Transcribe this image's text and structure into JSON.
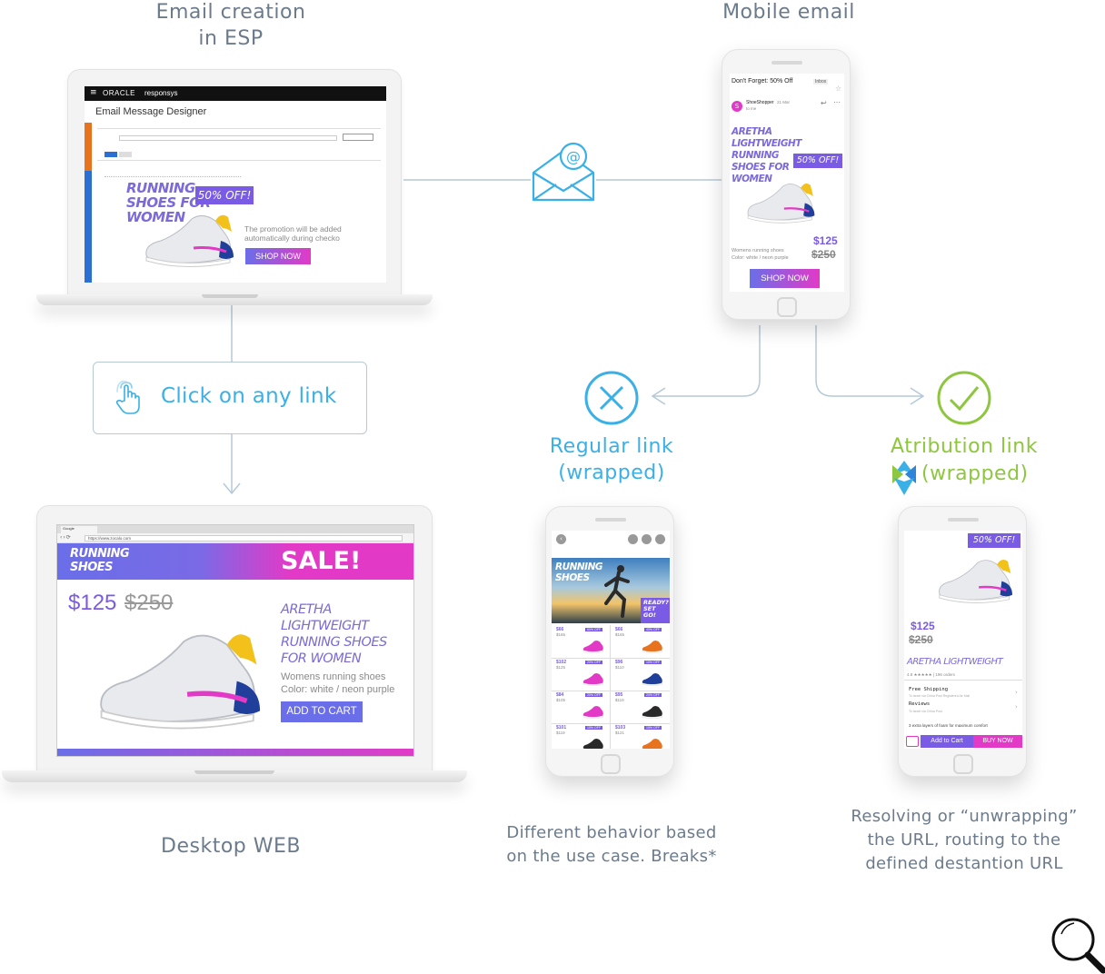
{
  "colors": {
    "accent_blue": "#3ab0e6",
    "accent_green": "#8ec63f",
    "caption_grey": "#6b7b8c",
    "connector": "#b5c9d8",
    "promo_purple": "#7a5be6",
    "promo_pink": "#e23ac7"
  },
  "captions": {
    "email_creation_line1": "Email creation",
    "email_creation_line2": "in ESP",
    "mobile_email": "Mobile email",
    "click_any_link": "Click on any link",
    "desktop_web": "Desktop WEB",
    "regular_link_line1": "Regular link",
    "regular_link_line2": "(wrapped)",
    "attribution_link_line1": "Atribution link",
    "attribution_link_line2": "(wrapped)",
    "regular_desc_line1": "Different behavior based",
    "regular_desc_line2": "on the use case. Breaks*",
    "attribution_desc_line1": "Resolving or “unwrapping”",
    "attribution_desc_line2": "the URL, routing to the",
    "attribution_desc_line3": "defined destantion URL"
  },
  "esp_laptop": {
    "brand_oracle": "ORACLE",
    "brand_responsys": "responsys",
    "designer_title": "Email Message Designer",
    "promo_text_line1": "RUNNING",
    "promo_text_line2": "SHOES FOR",
    "promo_text_line3": "WOMEN",
    "badge": "50% OFF!",
    "note_line1": "The promotion will be added",
    "note_line2": "automatically during checko",
    "button": "SHOP NOW"
  },
  "mobile_email_phone": {
    "subject": "Don't Forget: 50% Off",
    "inbox_tag": "Inbox",
    "sender": "ShoeShopper",
    "sender_initial": "S",
    "to_line": "to me",
    "date": "21 Mar",
    "promo_line1": "ARETHA",
    "promo_line2": "LIGHTWEIGHT",
    "promo_line3": "RUNNING",
    "promo_line4": "SHOES FOR",
    "promo_line5": "WOMEN",
    "badge": "50% OFF!",
    "price": "$125",
    "price_old": "$250",
    "desc_line1": "Womens running shoes",
    "desc_line2": "Color: white / neon purple",
    "button": "SHOP NOW"
  },
  "desktop_web": {
    "tab_label": "Google",
    "url": "https://www.zocalo.com",
    "banner_line1": "RUNNING",
    "banner_line2": "SHOES",
    "sale": "SALE!",
    "price": "$125",
    "price_old": "$250",
    "title_line1": "ARETHA",
    "title_line2": "LIGHTWEIGHT",
    "title_line3": "RUNNING SHOES",
    "title_line4": "FOR WOMEN",
    "desc_line1": "Womens running shoes",
    "desc_line2": "Color: white / neon purple",
    "button": "ADD TO CART"
  },
  "regular_phone": {
    "hero_line1": "RUNNING",
    "hero_line2": "SHOES",
    "hero_tag_line1": "READY?",
    "hero_tag_line2": "SET",
    "hero_tag_line3": "GO!",
    "products": [
      {
        "price": "$66",
        "old": "$165",
        "badge": "60% OFF"
      },
      {
        "price": "$66",
        "old": "$165",
        "badge": "40% OFF"
      },
      {
        "price": "$102",
        "old": "$125",
        "badge": "20% OFF"
      },
      {
        "price": "$96",
        "old": "$110",
        "badge": "10% OFF"
      },
      {
        "price": "$84",
        "old": "$105",
        "badge": "20% OFF"
      },
      {
        "price": "$95",
        "old": "$119",
        "badge": "20% OFF"
      },
      {
        "price": "$101",
        "old": "$119",
        "badge": "15% OFF"
      },
      {
        "price": "$103",
        "old": "$121",
        "badge": "15% OFF"
      }
    ]
  },
  "attribution_phone": {
    "badge": "50% OFF!",
    "price": "$125",
    "price_old": "$250",
    "title": "ARETHA  LIGHTWEIGHT",
    "rating": "4.8 ★★★★★  |  196 orders",
    "shipping_label": "Free Shipping",
    "shipping_detail": "To Israel via China Post Registered Air Mail",
    "reviews_label": "Reviews",
    "reviews_detail": "To Israel via China Post",
    "feature_line": "3 extra layers of foam for maximum comfort",
    "add_to_cart": "Add to Cart",
    "buy_now": "BUY NOW"
  }
}
